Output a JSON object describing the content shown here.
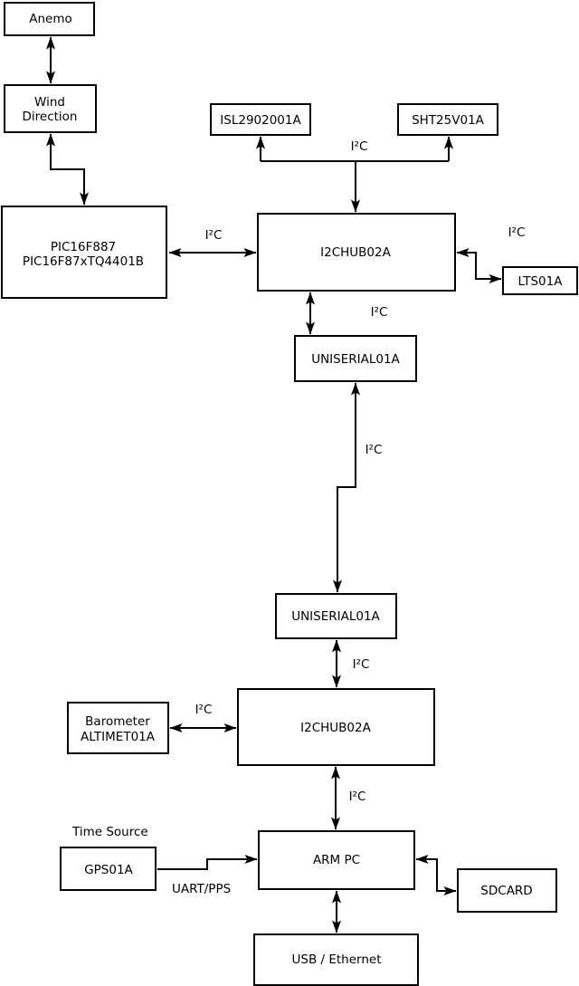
{
  "diagram": {
    "colors": {
      "background": "#ffffff",
      "line": "#000000",
      "text": "#000000"
    },
    "nodes": {
      "anemo": {
        "label": "Anemo"
      },
      "wind_direction": {
        "line1": "Wind",
        "line2": "Direction"
      },
      "pic": {
        "line1": "PIC16F887",
        "line2": "PIC16F87xTQ4401B"
      },
      "isl": {
        "label": "ISL2902001A"
      },
      "sht": {
        "label": "SHT25V01A"
      },
      "i2chub_top": {
        "label": "I2CHUB02A"
      },
      "lts": {
        "label": "LTS01A"
      },
      "uniserial_top": {
        "label": "UNISERIAL01A"
      },
      "uniserial_bottom": {
        "label": "UNISERIAL01A"
      },
      "i2chub_bottom": {
        "label": "I2CHUB02A"
      },
      "barometer": {
        "line1": "Barometer",
        "line2": "ALTIMET01A"
      },
      "gps": {
        "label": "GPS01A"
      },
      "arm_pc": {
        "label": "ARM PC"
      },
      "sdcard": {
        "label": "SDCARD"
      },
      "usb_ethernet": {
        "label": "USB / Ethernet"
      }
    },
    "edge_labels": {
      "i2c_sensors_top": "I²C",
      "i2c_pic_hub": "I²C",
      "i2c_hub_lts": "I²C",
      "i2c_hub_uniserial": "I²C",
      "i2c_uniserial_link": "I²C",
      "i2c_uniserial_hub2": "I²C",
      "i2c_barometer_hub2": "I²C",
      "i2c_hub2_armpc": "I²C",
      "time_source": "Time Source",
      "uart_pps": "UART/PPS"
    }
  }
}
